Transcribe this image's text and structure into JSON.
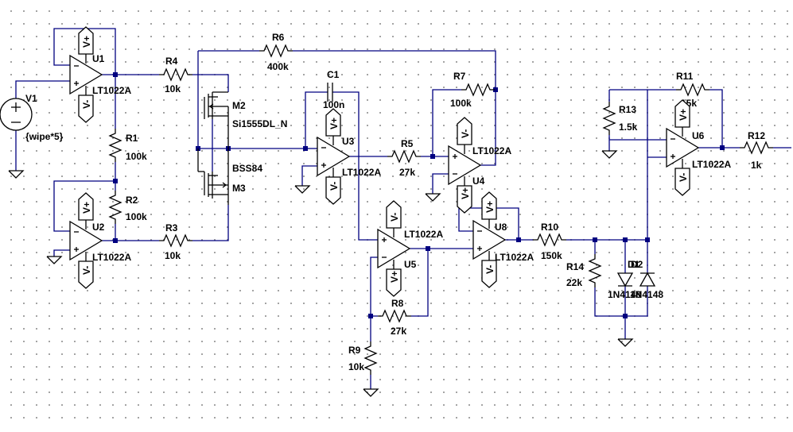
{
  "components": {
    "U1": {
      "ref": "U1",
      "model": "LT1022A",
      "vpos": "V+",
      "vneg": "V-"
    },
    "U2": {
      "ref": "U2",
      "model": "LT1022A",
      "vpos": "V+",
      "vneg": "V-"
    },
    "U3": {
      "ref": "U3",
      "model": "LT1022A",
      "vpos": "V+",
      "vneg": "V-"
    },
    "U4": {
      "ref": "U4",
      "model": "LT1022A",
      "vpos": "V-",
      "vneg": "V+"
    },
    "U5": {
      "ref": "U5",
      "model": "LT1022A",
      "vpos": "V-",
      "vneg": "V+"
    },
    "U6": {
      "ref": "U6",
      "model": "LT1022A",
      "vpos": "V+",
      "vneg": "V-"
    },
    "U8": {
      "ref": "U8",
      "model": "LT1022A",
      "vpos": "V+",
      "vneg": "V-"
    },
    "V1": {
      "ref": "V1",
      "value": "{wipe*5}"
    },
    "R1": {
      "ref": "R1",
      "value": "100k"
    },
    "R2": {
      "ref": "R2",
      "value": "100k"
    },
    "R3": {
      "ref": "R3",
      "value": "10k"
    },
    "R4": {
      "ref": "R4",
      "value": "10k"
    },
    "R5": {
      "ref": "R5",
      "value": "27k"
    },
    "R6": {
      "ref": "R6",
      "value": "400k"
    },
    "R7": {
      "ref": "R7",
      "value": "100k"
    },
    "R8": {
      "ref": "R8",
      "value": "27k"
    },
    "R9": {
      "ref": "R9",
      "value": "10k"
    },
    "R10": {
      "ref": "R10",
      "value": "150k"
    },
    "R11": {
      "ref": "R11",
      "value": "15k"
    },
    "R12": {
      "ref": "R12",
      "value": "1k"
    },
    "R13": {
      "ref": "R13",
      "value": "1.5k"
    },
    "R14": {
      "ref": "R14",
      "value": "22k"
    },
    "C1": {
      "ref": "C1",
      "value": "100n"
    },
    "M2": {
      "ref": "M2",
      "model": "Si1555DL_N"
    },
    "M3": {
      "ref": "M3",
      "model": "BSS84"
    },
    "D1": {
      "ref": "D1",
      "model": "1N4148"
    },
    "D2": {
      "ref": "D2",
      "model": "1N4148"
    }
  },
  "colors": {
    "wire": "#000080",
    "component": "#000000",
    "background": "#ffffff",
    "grid_dot": "#8a8a8a"
  }
}
